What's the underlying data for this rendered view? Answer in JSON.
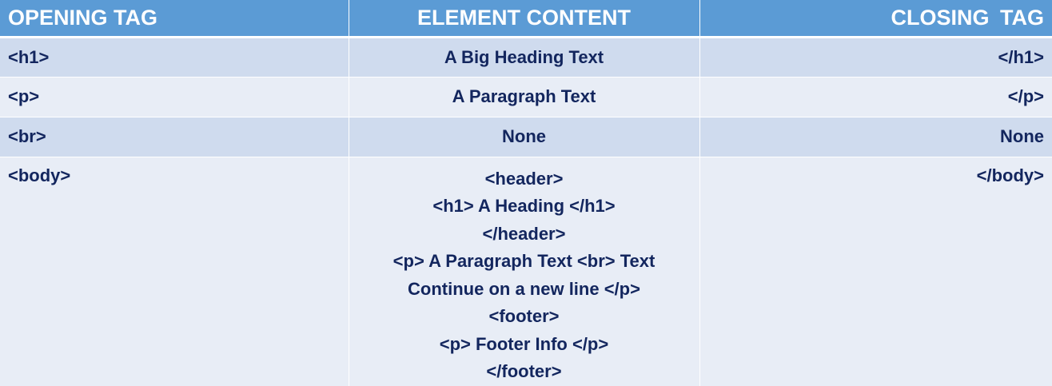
{
  "table": {
    "headers": {
      "opening": "OPENING TAG",
      "content": "ELEMENT CONTENT",
      "closing": "CLOSING  TAG"
    },
    "rows": [
      {
        "opening": "<h1>",
        "content": "A Big Heading Text",
        "closing": "</h1>"
      },
      {
        "opening": "<p>",
        "content": "A Paragraph Text",
        "closing": "</p>"
      },
      {
        "opening": "<br>",
        "content": "None",
        "closing": "None"
      },
      {
        "opening": "<body>",
        "content_lines": [
          "<header>",
          "<h1> A Heading </h1>",
          "</header>",
          "<p> A Paragraph Text <br> Text",
          "Continue on a new line </p>",
          "<footer>",
          "<p> Footer Info </p>",
          "</footer>"
        ],
        "closing": "</body>"
      }
    ]
  },
  "colors": {
    "header_bg": "#5b9bd5",
    "header_text": "#ffffff",
    "row_dark": "#cfdbee",
    "row_light": "#e8edf6",
    "body_text": "#13265e"
  }
}
